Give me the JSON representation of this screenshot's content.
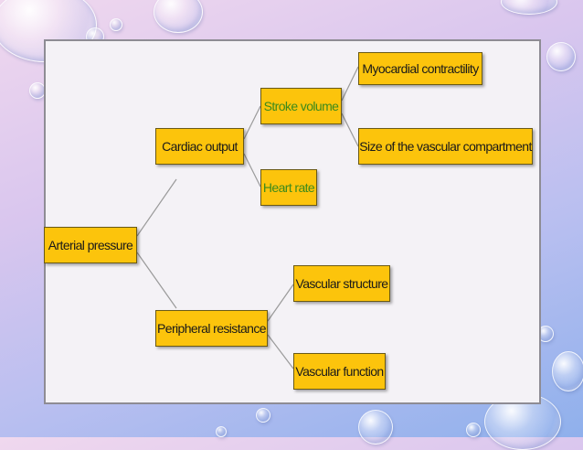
{
  "diagram": {
    "root": {
      "label": "Arterial pressure"
    },
    "level1": [
      {
        "label": "Cardiac output"
      },
      {
        "label": "Peripheral resistance"
      }
    ],
    "cardiac_children": [
      {
        "label": "Stroke volume"
      },
      {
        "label": "Heart rate"
      }
    ],
    "stroke_children": [
      {
        "label": "Myocardial contractility"
      },
      {
        "label": "Size of the vascular compartment"
      }
    ],
    "resistance_children": [
      {
        "label": "Vascular structure"
      },
      {
        "label": "Vascular function"
      }
    ]
  },
  "colors": {
    "box_fill": "#fcc40c",
    "text_dark": "#1a1a1a",
    "text_green": "#3c8a1c",
    "connector": "#9a9a9a"
  }
}
